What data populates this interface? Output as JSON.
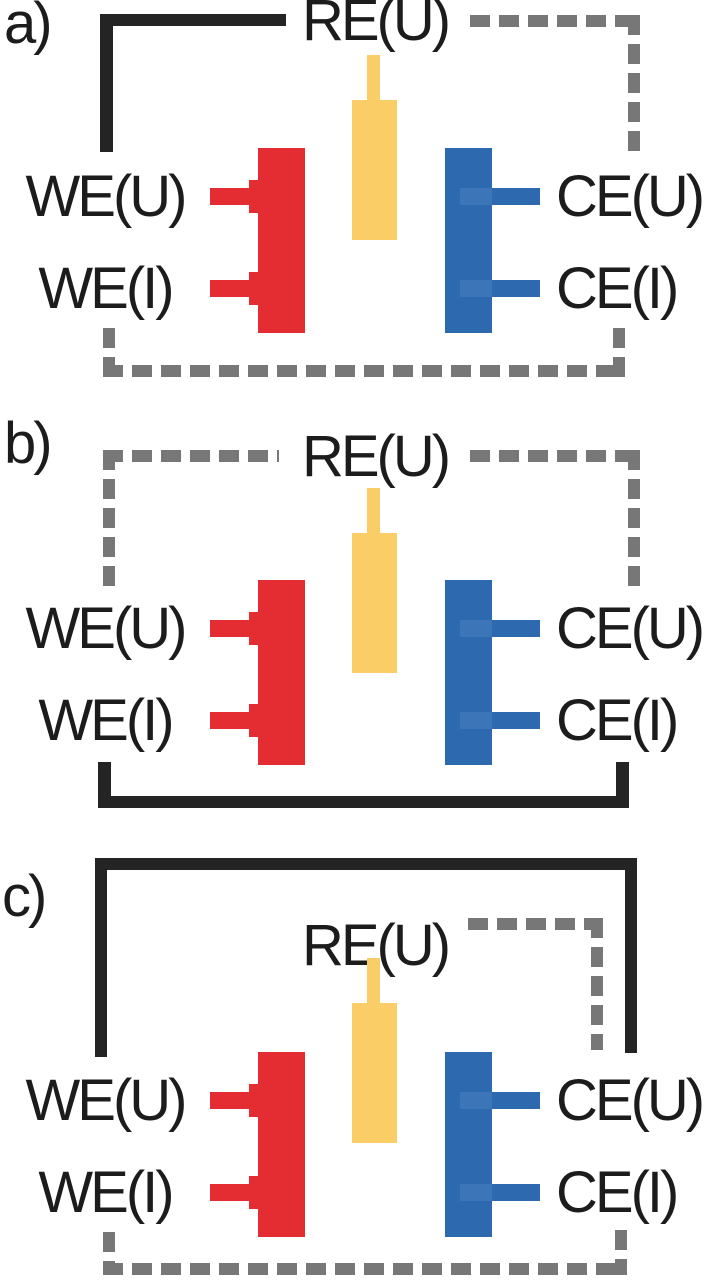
{
  "colors": {
    "working_electrode_red": "#e32d32",
    "counter_electrode_blue": "#2d69af",
    "reference_electrode_yellow": "#fbcd66",
    "solid_wire_black": "#242424",
    "dashed_wire_gray": "#777777",
    "label_text": "#1c1c1c",
    "background": "#ffffff"
  },
  "panels": [
    {
      "tag": "a)",
      "re": "RE(U)",
      "we_u": "WE(U)",
      "we_i": "WE(I)",
      "ce_u": "CE(U)",
      "ce_i": "CE(I)",
      "connections": [
        {
          "from": "WE(U)",
          "to": "RE(U)",
          "wire": "solid"
        },
        {
          "from": "RE(U)",
          "to": "CE(U)",
          "wire": "dashed"
        },
        {
          "from": "WE(I)",
          "to": "CE(I)",
          "wire": "dashed"
        }
      ]
    },
    {
      "tag": "b)",
      "re": "RE(U)",
      "we_u": "WE(U)",
      "we_i": "WE(I)",
      "ce_u": "CE(U)",
      "ce_i": "CE(I)",
      "connections": [
        {
          "from": "WE(U)",
          "to": "RE(U)",
          "wire": "dashed"
        },
        {
          "from": "RE(U)",
          "to": "CE(U)",
          "wire": "dashed"
        },
        {
          "from": "WE(I)",
          "to": "CE(I)",
          "wire": "solid"
        }
      ]
    },
    {
      "tag": "c)",
      "re": "RE(U)",
      "we_u": "WE(U)",
      "we_i": "WE(I)",
      "ce_u": "CE(U)",
      "ce_i": "CE(I)",
      "connections": [
        {
          "from": "WE(U)",
          "to": "CE(U)",
          "wire": "solid"
        },
        {
          "from": "RE(U)",
          "to": "CE(U)",
          "wire": "dashed"
        },
        {
          "from": "WE(I)",
          "to": "CE(I)",
          "wire": "dashed"
        }
      ]
    }
  ]
}
